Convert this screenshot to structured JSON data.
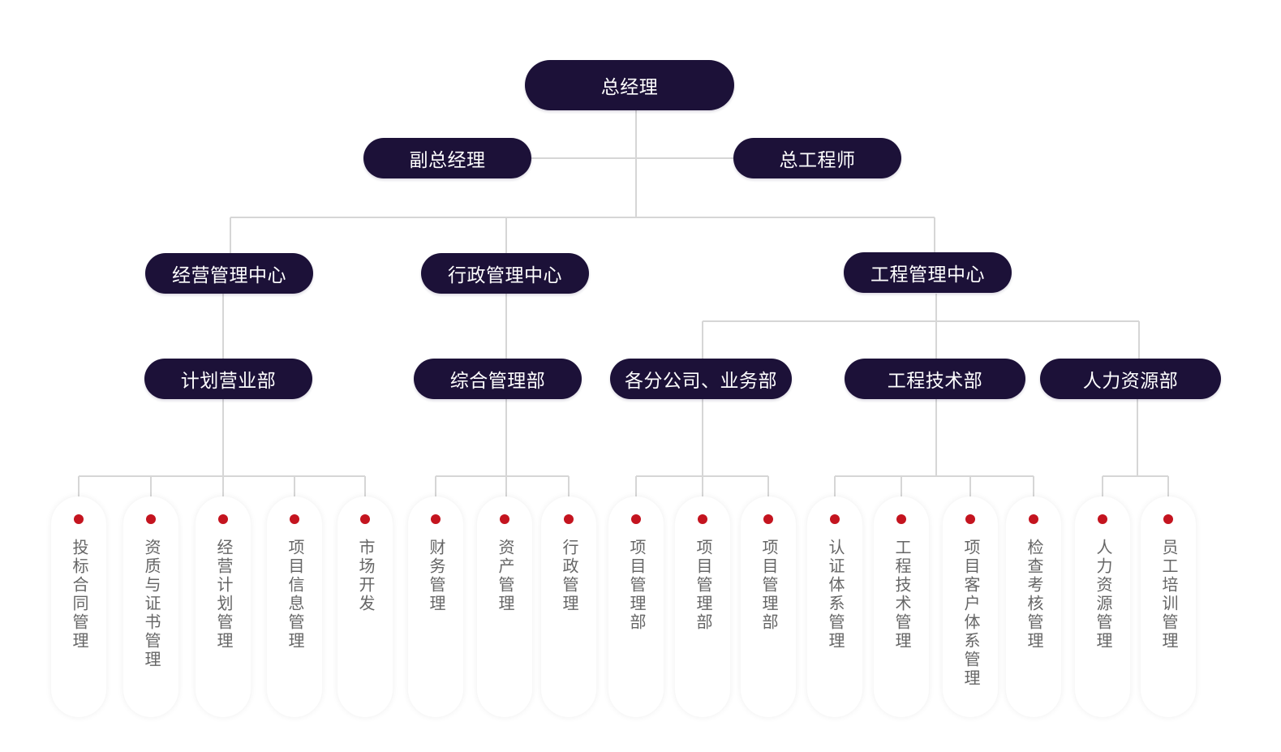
{
  "root": {
    "label": "总经理"
  },
  "deputies": [
    {
      "label": "副总经理"
    },
    {
      "label": "总工程师"
    }
  ],
  "centers": [
    {
      "label": "经营管理中心"
    },
    {
      "label": "行政管理中心"
    },
    {
      "label": "工程管理中心"
    }
  ],
  "departments": [
    {
      "label": "计划营业部"
    },
    {
      "label": "综合管理部"
    },
    {
      "label": "各分公司、业务部"
    },
    {
      "label": "工程技术部"
    },
    {
      "label": "人力资源部"
    }
  ],
  "leaves": [
    {
      "label": "投标合同管理"
    },
    {
      "label": "资质与证书管理"
    },
    {
      "label": "经营计划管理"
    },
    {
      "label": "项目信息管理"
    },
    {
      "label": "市场开发"
    },
    {
      "label": "财务管理"
    },
    {
      "label": "资产管理"
    },
    {
      "label": "行政管理"
    },
    {
      "label": "项目管理部"
    },
    {
      "label": "项目管理部"
    },
    {
      "label": "项目管理部"
    },
    {
      "label": "认证体系管理"
    },
    {
      "label": "工程技术管理"
    },
    {
      "label": "项目客户体系管理"
    },
    {
      "label": "检查考核管理"
    },
    {
      "label": "人力资源管理"
    },
    {
      "label": "员工培训管理"
    }
  ],
  "colors": {
    "node_bg": "#1c1138",
    "connector": "#d6d6d6",
    "dot": "#c4141f",
    "leaf_text": "#666666"
  }
}
